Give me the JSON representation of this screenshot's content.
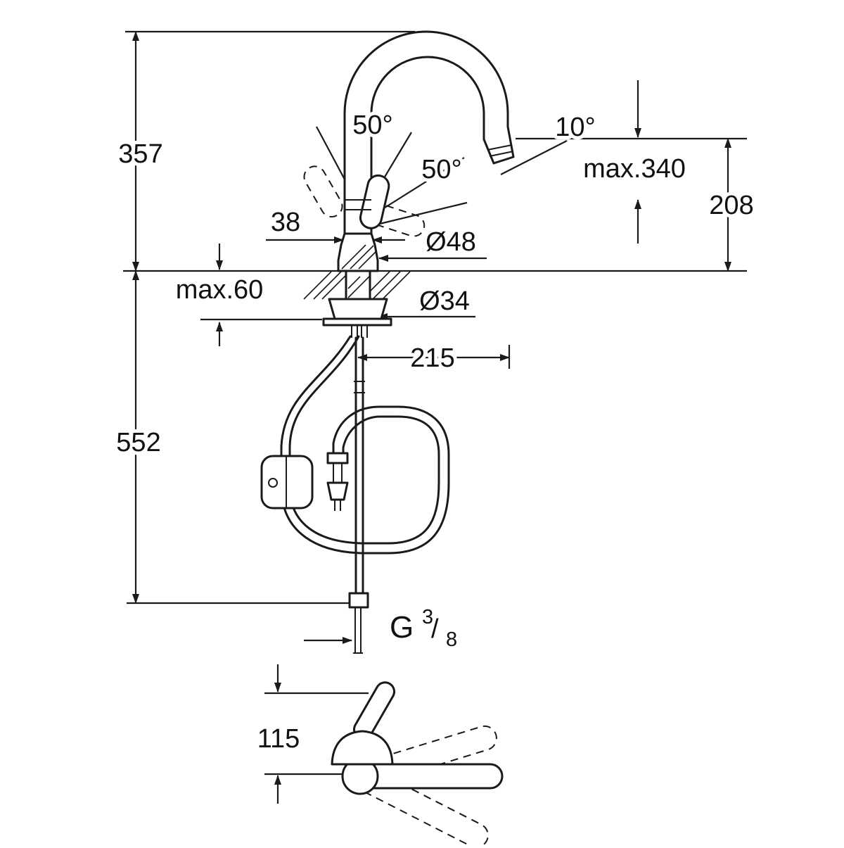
{
  "colors": {
    "ink": "#1a1a1a",
    "background": "#ffffff"
  },
  "labels": {
    "total_height": "357",
    "handle_swivel_angle": "50°",
    "handle_tilt_angle": "50°",
    "spout_outlet_angle": "10°",
    "max_spout_clearance": "max.340",
    "spout_outlet_height": "208",
    "pipe_width": "38",
    "base_diameter": "Ø48",
    "max_mounting_thickness": "max.60",
    "mounting_hole_diameter": "Ø34",
    "spout_projection": "215",
    "below_counter_height": "552",
    "thread_letter": "G",
    "thread_numerator": "3",
    "thread_slash": "/",
    "thread_denominator": "8",
    "handle_height": "115"
  }
}
